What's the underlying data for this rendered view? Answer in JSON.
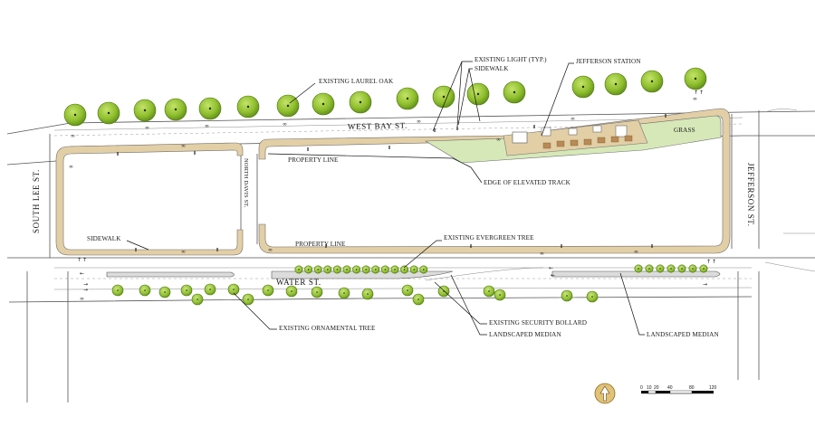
{
  "streets": {
    "west_bay": "WEST BAY ST.",
    "water": "WATER ST.",
    "south_lee": "SOUTH LEE ST.",
    "north_davis": "NORTH DAVIS ST.",
    "jefferson": "JEFFERSON ST."
  },
  "labels": {
    "existing_laurel_oak": "EXISTING LAUREL OAK",
    "existing_light": "EXISTING LIGHT (TYP.)",
    "sidewalk_top": "SIDEWALK",
    "jefferson_station": "JEFFERSON STATION",
    "grass": "GRASS",
    "property_line_top": "PROPERTY LINE",
    "edge_of_elevated_track": "EDGE OF ELEVATED TRACK",
    "sidewalk_bottom": "SIDEWALK",
    "property_line_bottom": "PROPERTY LINE",
    "existing_evergreen_tree": "EXISTING EVERGREEN TREE",
    "existing_security_bollard": "EXISTING SECURITY BOLLARD",
    "landscaped_median_left": "LANDSCAPED MEDIAN",
    "landscaped_median_right": "LANDSCAPED MEDIAN",
    "existing_ornamental_tree": "EXISTING ORNAMENTAL TREE"
  },
  "scale_bar": {
    "ticks": [
      "0",
      "10",
      "20",
      "40",
      "80",
      "120"
    ]
  },
  "colors": {
    "tree_fill": "#8fbf2e",
    "tree_dark": "#5d8a17",
    "sidewalk": "#e3cfa6",
    "grass": "#d6e8b8",
    "north_arrow": "#e2c275"
  },
  "icons": {
    "north_arrow": "north-arrow-icon"
  }
}
